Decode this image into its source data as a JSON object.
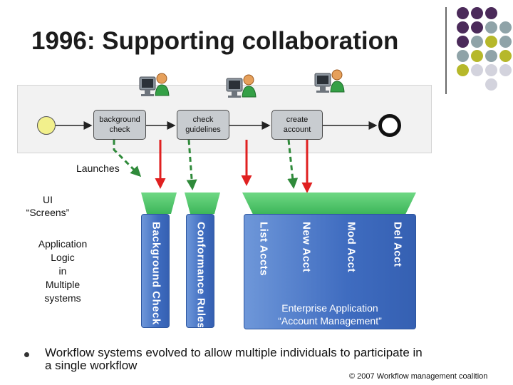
{
  "title": "1996:  Supporting collaboration",
  "process": {
    "tasks": [
      {
        "label_line1": "background",
        "label_line2": "check"
      },
      {
        "label_line1": "check",
        "label_line2": "guidelines"
      },
      {
        "label_line1": "create",
        "label_line2": "account"
      }
    ]
  },
  "labels": {
    "launches": "Launches",
    "ui_screens_line1": "UI",
    "ui_screens_line2": "“Screens”",
    "app_logic": [
      "Application",
      "Logic",
      "in",
      "Multiple",
      "systems"
    ]
  },
  "systems": {
    "background_check": "Background Check",
    "conformance_rules": "Conformance Rules",
    "enterprise_functions": [
      "List Accts",
      "New Acct",
      "Mod Acct",
      "Del Acct"
    ],
    "enterprise_line1": "Enterprise Application",
    "enterprise_line2": "“Account Management”"
  },
  "bullet": "Workflow systems evolved to allow multiple individuals to participate in a single workflow",
  "copyright": "© 2007 Workflow management coalition",
  "colors": {
    "dot_purple": "#4b2a5a",
    "dot_gray": "#8fa3a8",
    "dot_olive": "#b6b82a",
    "dot_light": "#d3d3dd",
    "arrow_red": "#e02020",
    "arrow_green": "#2f8a3a",
    "funnel_green": "#4cc266",
    "system_blue": "#4a78c8"
  }
}
